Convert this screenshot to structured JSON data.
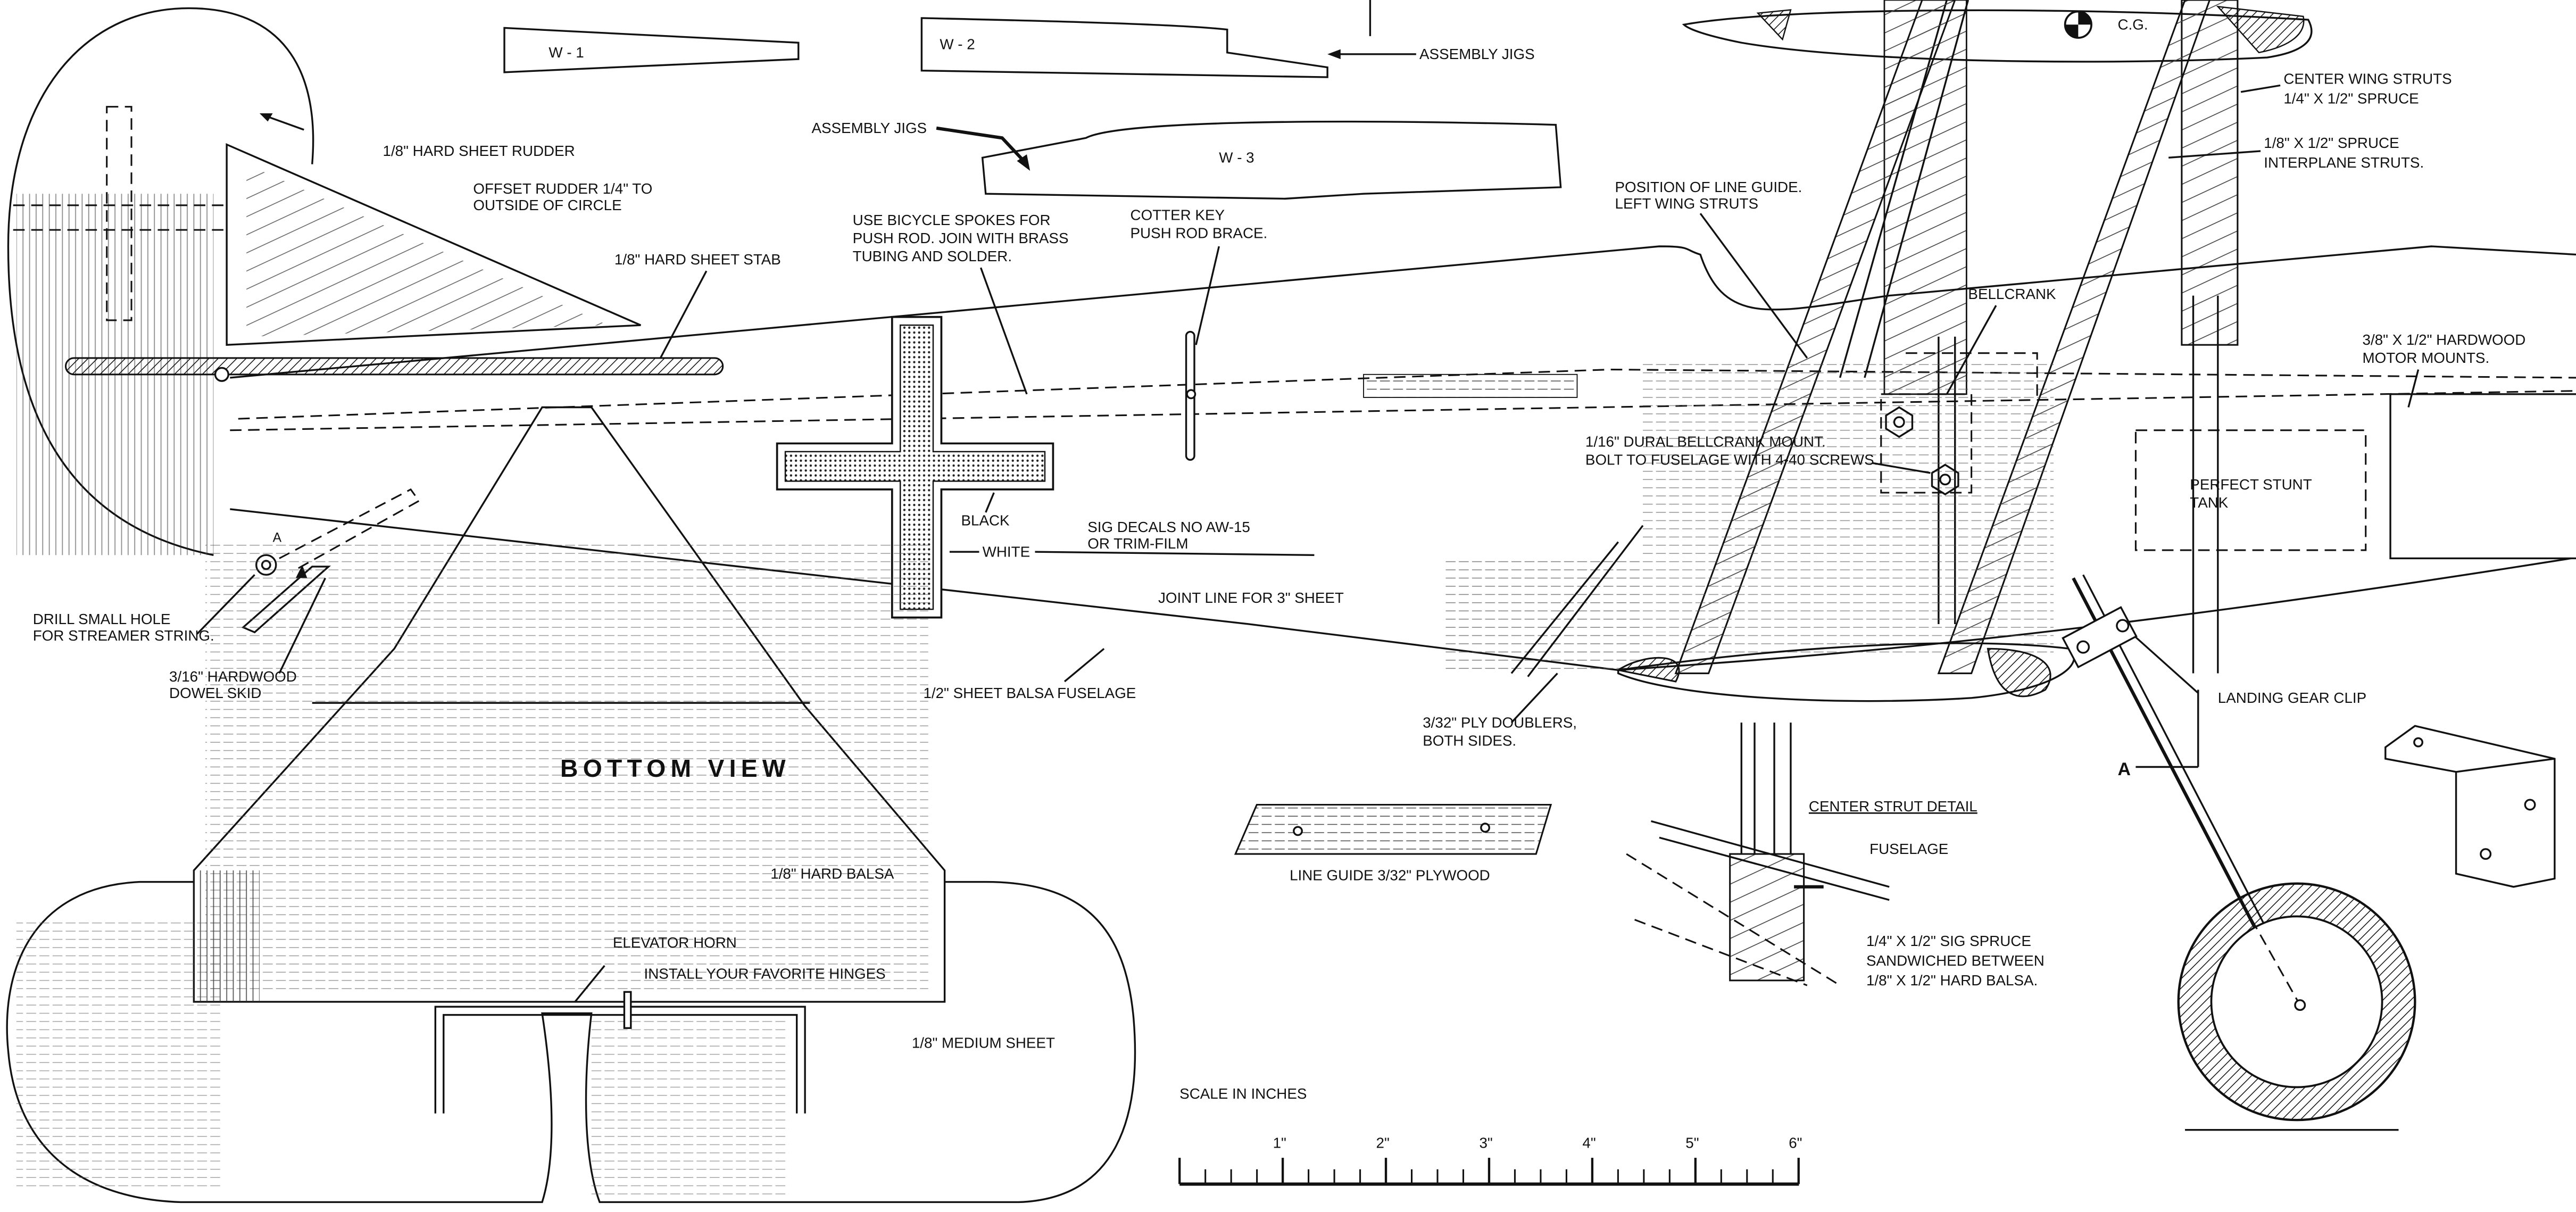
{
  "labels": {
    "w1": "W - 1",
    "w2": "W - 2",
    "w3": "W - 3",
    "assembly_jigs_top": "ASSEMBLY JIGS",
    "assembly_jigs_left": "ASSEMBLY JIGS",
    "cg": "C.G.",
    "center_wing_struts_1": "CENTER WING STRUTS",
    "center_wing_struts_2": "1/4\" X 1/2\" SPRUCE",
    "interplane_struts_1": "1/8\" X 1/2\" SPRUCE",
    "interplane_struts_2": "INTERPLANE STRUTS.",
    "rudder": "1/8\" HARD SHEET RUDDER",
    "offset_rudder_1": "OFFSET RUDDER 1/4\" TO",
    "offset_rudder_2": "OUTSIDE OF CIRCLE",
    "stab": "1/8\" HARD SHEET STAB",
    "bicycle_spokes_1": "USE BICYCLE SPOKES FOR",
    "bicycle_spokes_2": "PUSH ROD.  JOIN WITH BRASS",
    "bicycle_spokes_3": "TUBING AND SOLDER.",
    "cotter_key_1": "COTTER KEY",
    "cotter_key_2": "PUSH ROD BRACE.",
    "line_guide_pos_1": "POSITION OF LINE GUIDE.",
    "line_guide_pos_2": "LEFT WING STRUTS",
    "bellcrank": "BELLCRANK",
    "motor_mounts_1": "3/8\" X 1/2\" HARDWOOD",
    "motor_mounts_2": "MOTOR MOUNTS.",
    "dural_mount_1": "1/16\" DURAL BELLCRANK MOUNT.",
    "dural_mount_2": "BOLT TO FUSELAGE WITH 4-40 SCREWS.",
    "stunt_tank_1": "PERFECT STUNT",
    "stunt_tank_2": "TANK",
    "black": "BLACK",
    "white": "WHITE",
    "decals_1": "SIG DECALS NO  AW-15",
    "decals_2": "OR TRIM-FILM",
    "joint_line": "JOINT LINE FOR  3\" SHEET",
    "drill_hole_1": "DRILL SMALL HOLE",
    "drill_hole_2": "FOR STREAMER STRING.",
    "skid_1": "3/16\" HARDWOOD",
    "skid_2": "DOWEL SKID",
    "fuselage": "1/2\" SHEET BALSA FUSELAGE",
    "ply_doublers_1": "3/32\" PLY DOUBLERS,",
    "ply_doublers_2": "BOTH SIDES.",
    "landing_gear_clip": "LANDING GEAR CLIP",
    "a_marker": "A",
    "a_marker_small": "A",
    "bottom_view": "BOTTOM VIEW",
    "hard_balsa": "1/8\" HARD BALSA",
    "elevator_horn": "ELEVATOR HORN",
    "hinges": "INSTALL YOUR FAVORITE HINGES",
    "medium_sheet": "1/8\" MEDIUM SHEET",
    "line_guide_ply": "LINE GUIDE 3/32\" PLYWOOD",
    "center_strut_detail": "CENTER STRUT DETAIL",
    "fuselage_small": "FUSELAGE",
    "spruce_sandwich_1": "1/4\" X 1/2\" SIG SPRUCE",
    "spruce_sandwich_2": "SANDWICHED BETWEEN",
    "spruce_sandwich_3": "1/8\" X 1/2\" HARD BALSA.",
    "scale_title": "SCALE IN INCHES"
  },
  "scale_ticks": [
    "1\"",
    "2\"",
    "3\"",
    "4\"",
    "5\"",
    "6\""
  ]
}
